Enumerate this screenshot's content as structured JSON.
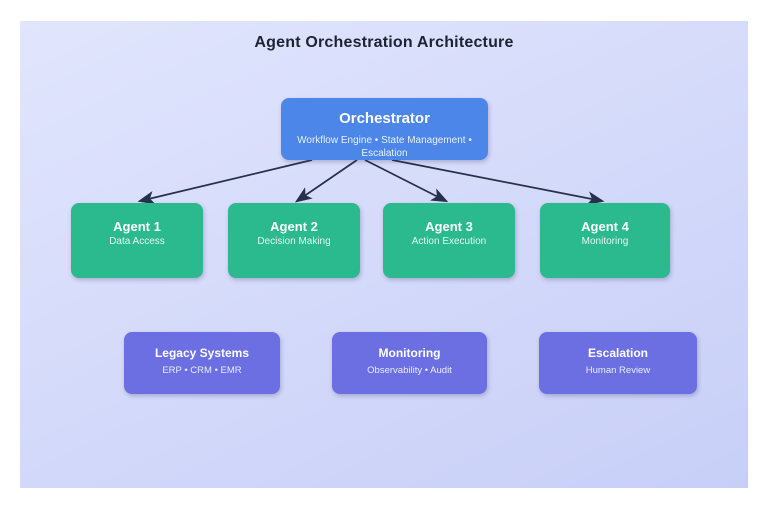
{
  "title": "Agent Orchestration Architecture",
  "colors": {
    "orchestrator_fill": "#4b86e8",
    "agent_fill": "#2aba8d",
    "system_fill": "#6b6fe2",
    "arrow": "#27304a",
    "canvas_gradient_top": "#e1e5fd",
    "canvas_gradient_bottom": "#c8cff7",
    "title_text": "#1c2333",
    "node_text": "#ffffff"
  },
  "nodes": {
    "orchestrator": {
      "title": "Orchestrator",
      "subtitle": "Workflow Engine • State Management • Escalation"
    },
    "agent1": {
      "title": "Agent 1",
      "subtitle": "Data Access"
    },
    "agent2": {
      "title": "Agent 2",
      "subtitle": "Decision Making"
    },
    "agent3": {
      "title": "Agent 3",
      "subtitle": "Action Execution"
    },
    "agent4": {
      "title": "Agent 4",
      "subtitle": "Monitoring"
    },
    "legacy": {
      "title": "Legacy Systems",
      "subtitle": "ERP • CRM • EMR"
    },
    "monitoring": {
      "title": "Monitoring",
      "subtitle": "Observability • Audit"
    },
    "escalation": {
      "title": "Escalation",
      "subtitle": "Human Review"
    }
  },
  "connections": [
    {
      "from": "orchestrator",
      "to": "agent1"
    },
    {
      "from": "orchestrator",
      "to": "agent2"
    },
    {
      "from": "orchestrator",
      "to": "agent3"
    },
    {
      "from": "orchestrator",
      "to": "agent4"
    }
  ]
}
